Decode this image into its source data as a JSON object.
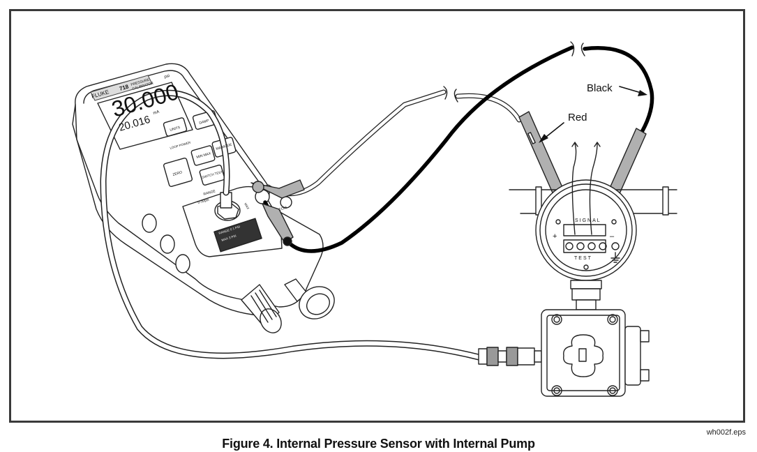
{
  "figure": {
    "caption": "Figure 4. Internal Pressure Sensor with Internal Pump",
    "file_ref": "wh002f.eps"
  },
  "calibrator": {
    "brand": "FLUKE",
    "model": "718",
    "model_desc_line1": "PRESSURE",
    "model_desc_line2": "CALIBRATOR",
    "display_primary": "30.000",
    "display_primary_unit": "psi",
    "display_secondary": "20.016",
    "display_secondary_unit": "mA",
    "buttons": {
      "units": "UNITS",
      "damp": "DAMP",
      "min_max": "MIN MAX",
      "zero": "ZERO",
      "switch_test": "SWITCH TEST",
      "mode": "MA MODE"
    },
    "labels": {
      "loop_power": "LOOP POWER",
      "range": "RANGE",
      "range_value": "0-30psi",
      "com": "COM",
      "max": "MAX"
    },
    "spec_plate": {
      "line1": "RANGE 0 1 PSI",
      "line2": "MAX 3 PSI"
    }
  },
  "transmitter": {
    "terminal_top": "SIGNAL",
    "terminal_bottom": "TEST",
    "plus": "+",
    "minus": "–"
  },
  "leads": {
    "red_label": "Red",
    "black_label": "Black"
  },
  "colors": {
    "frame": "#3a3a3a",
    "lead_black": "#000000",
    "probe_gray": "#b0b0b0",
    "line": "#222222"
  }
}
